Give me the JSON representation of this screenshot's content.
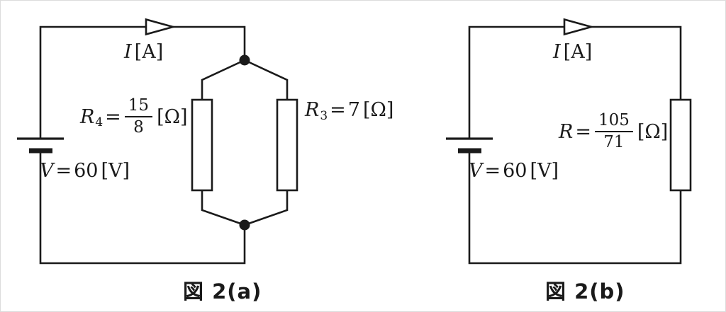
{
  "page": {
    "background_color": "#ffffff",
    "ink_color": "#1a1a1a"
  },
  "icons": {
    "current_arrow": "open-right-triangle-on-wire",
    "battery": "long-short-line-dc-source",
    "junction": "filled-node-dot",
    "resistor": "open-rectangle"
  },
  "circuit_a": {
    "current_label": {
      "variable": "I",
      "unit": "[A]"
    },
    "resistor_left": {
      "name": "R",
      "subscript": "4",
      "equals": "=",
      "fraction": {
        "numerator": "15",
        "denominator": "8"
      },
      "unit": "[Ω]"
    },
    "resistor_right": {
      "name": "R",
      "subscript": "3",
      "equals": "=",
      "value": "7",
      "unit": "[Ω]"
    },
    "voltage_source": {
      "variable": "V",
      "equals": "=",
      "value": "60",
      "unit": "[V]"
    },
    "caption": "図 2(a)"
  },
  "circuit_b": {
    "current_label": {
      "variable": "I",
      "unit": "[A]"
    },
    "resistor": {
      "name": "R",
      "equals": "=",
      "fraction": {
        "numerator": "105",
        "denominator": "71"
      },
      "unit": "[Ω]"
    },
    "voltage_source": {
      "variable": "V",
      "equals": "=",
      "value": "60",
      "unit": "[V]"
    },
    "caption": "図 2(b)"
  }
}
